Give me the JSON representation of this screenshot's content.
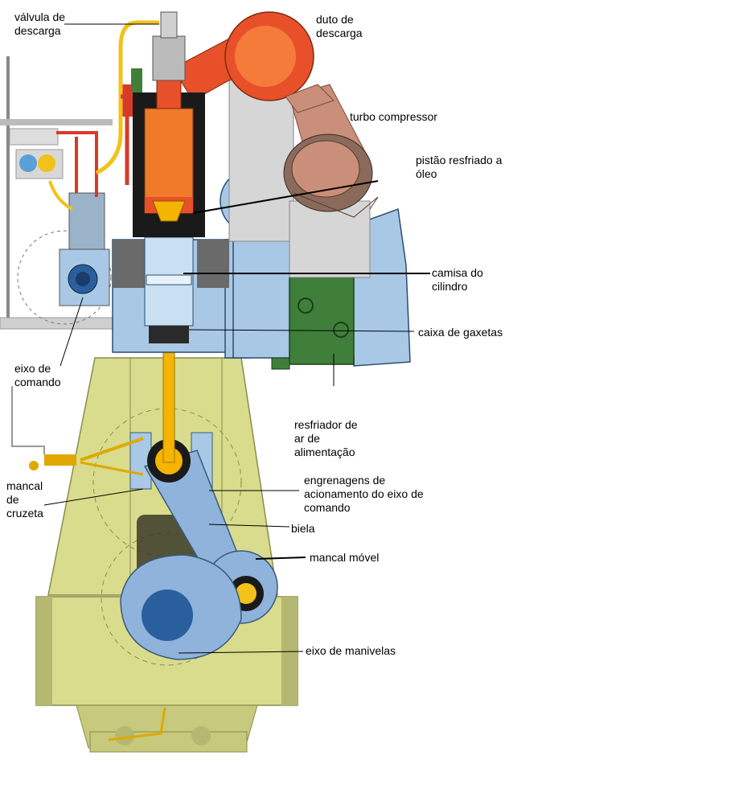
{
  "labels": {
    "valvula_descarga": "válvula de\ndescarga",
    "duto_descarga": "duto de\ndescarga",
    "turbo_compressor": "turbo compressor",
    "pistao": "pistão resfriado a\nóleo",
    "camisa": "camisa do\ncilindro",
    "caixa_gaxetas": "caixa de gaxetas",
    "eixo_comando": "eixo de\ncomando",
    "resfriador": "resfriador de\nar de\nalimentação",
    "engrenagens": "engrenagens de\nacionamento do eixo de\ncomando",
    "mancal_cruzeta": "mancal\nde\ncruzeta",
    "biela": "biela",
    "mancal_movel": "mancal móvel",
    "eixo_manivelas": "eixo de manivelas"
  },
  "colors": {
    "frame": "#d9dc8c",
    "frame_dark": "#b5b870",
    "cylinder_orange": "#f07a2a",
    "exhaust_red": "#e8502a",
    "turbo_tan": "#c98f7a",
    "blue": "#a9c8e6",
    "blue_dark": "#2a5f9e",
    "green": "#3f7f3a",
    "rod_yellow": "#f4b400",
    "grey": "#c8c8c8",
    "black": "#1a1a1a"
  }
}
